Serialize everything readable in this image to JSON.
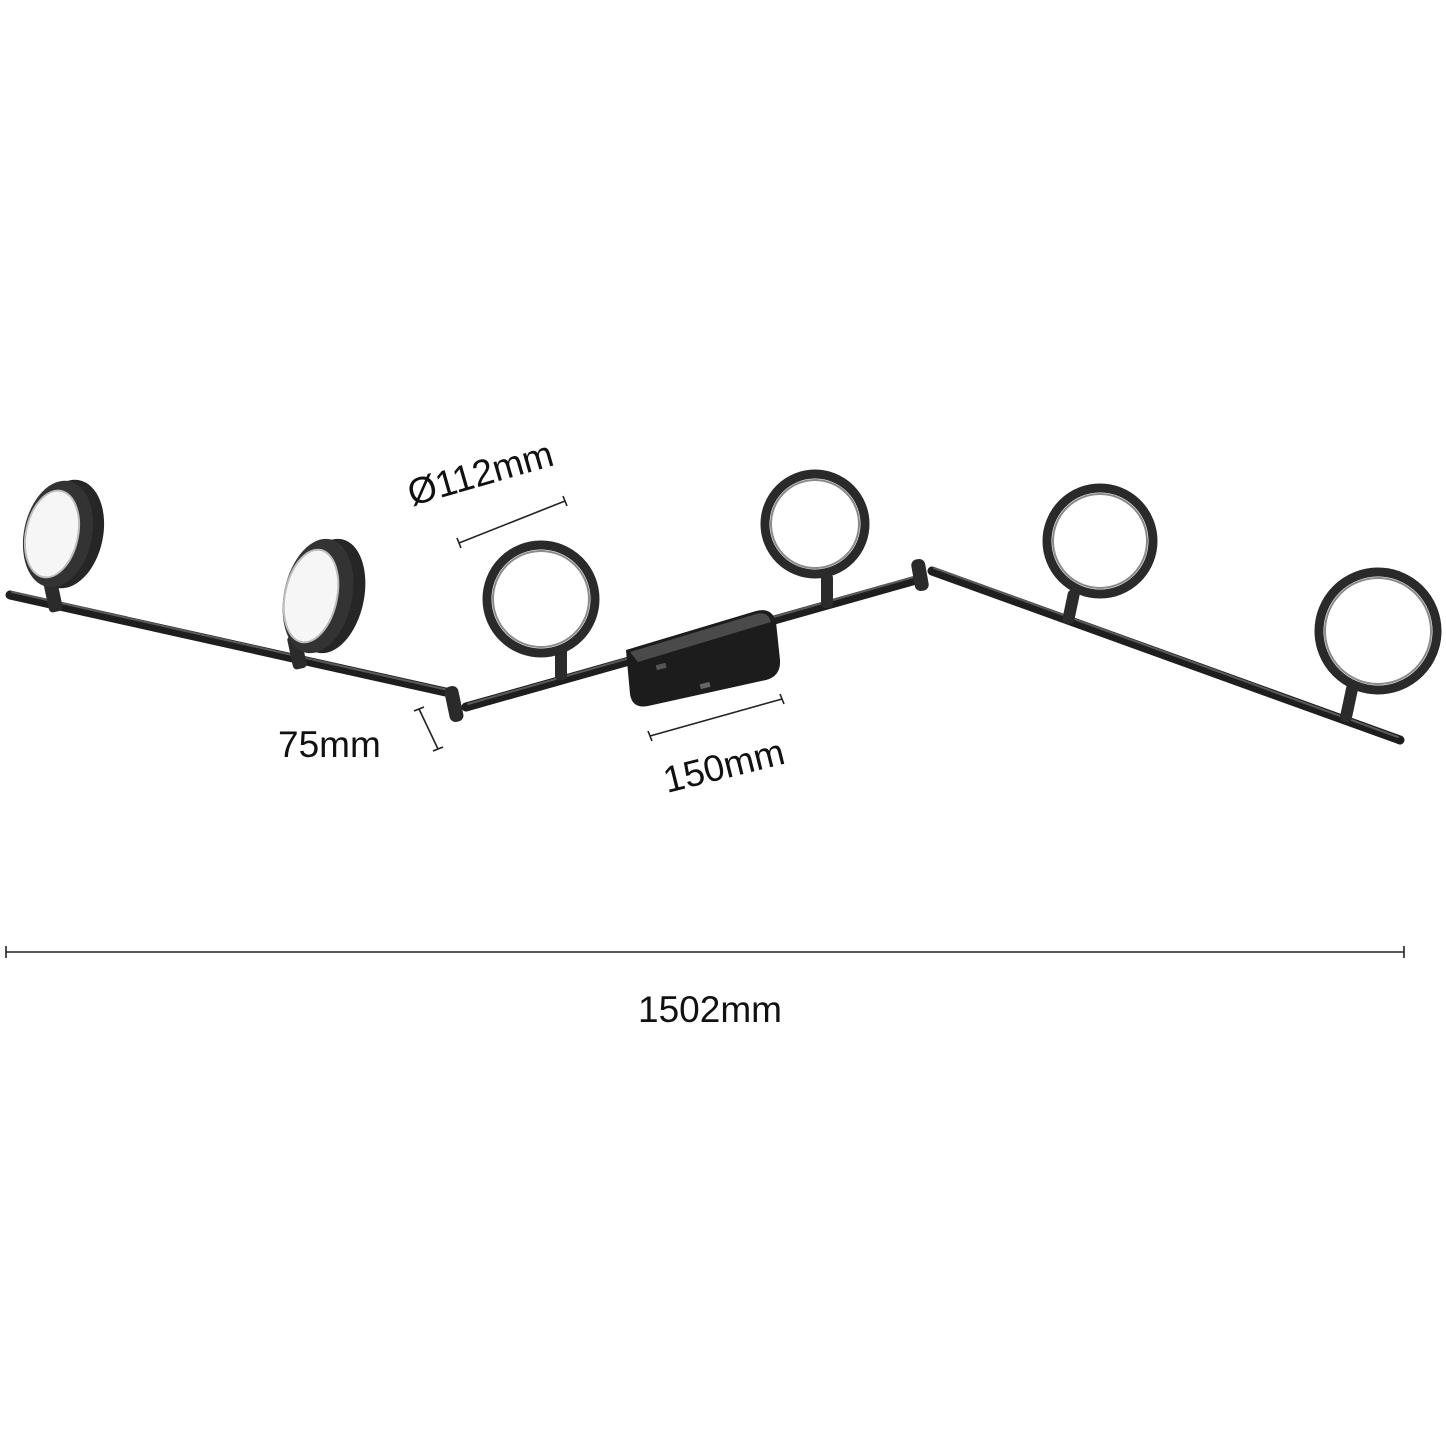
{
  "dimensions": {
    "total_length": "1502mm",
    "spot_diameter": "Ø112mm",
    "base_length": "150mm",
    "spot_depth": "75mm"
  },
  "colors": {
    "metal": "#1e1e1e",
    "background": "#ffffff"
  },
  "spot_count": 6
}
